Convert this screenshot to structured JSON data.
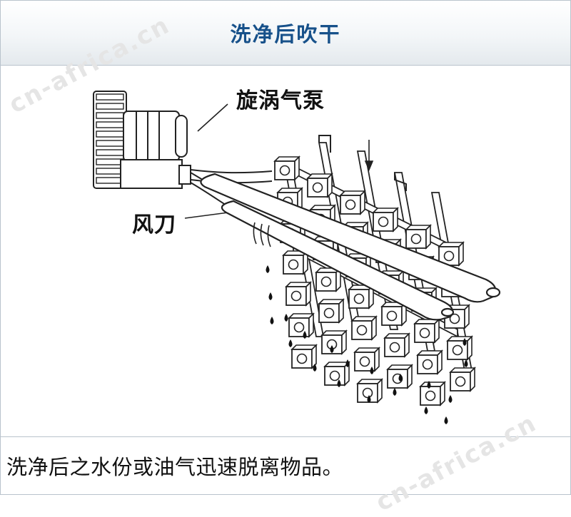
{
  "header": {
    "title": "洗净后吹干"
  },
  "diagram": {
    "labels": {
      "pump": "旋涡气泵",
      "air_knife": "风刀"
    }
  },
  "caption": {
    "text": "洗净后之水份或油气迅速脱离物品。"
  },
  "watermarks": {
    "top": "cn-africa.cn",
    "bottom": "cn-africa.cn"
  }
}
